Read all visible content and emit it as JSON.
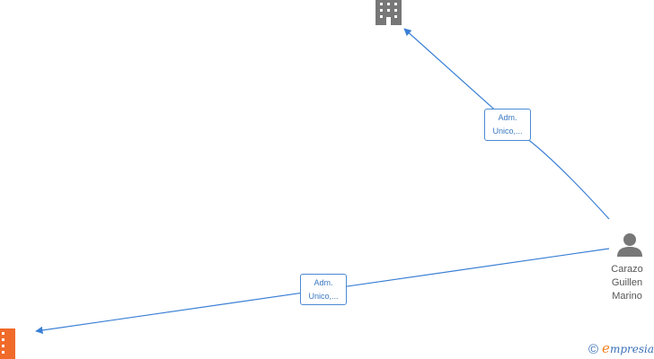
{
  "nodes": {
    "company_top": {
      "icon": "building-icon",
      "color": "#777777"
    },
    "company_bottom": {
      "icon": "building-icon",
      "color": "#f06a2a"
    },
    "person": {
      "icon": "person-icon",
      "color": "#777777",
      "name_lines": [
        "Carazo",
        "Guillen",
        "Marino"
      ]
    }
  },
  "edges": [
    {
      "from": "person",
      "to": "company_top",
      "label_lines": [
        "Adm.",
        "Unico,..."
      ]
    },
    {
      "from": "person",
      "to": "company_bottom",
      "label_lines": [
        "Adm.",
        "Unico,..."
      ]
    }
  ],
  "colors": {
    "edge": "#3a7fd5",
    "label_text": "#3a78c2"
  },
  "watermark": {
    "symbol": "©",
    "brand_initial": "e",
    "brand_rest": "mpresia"
  }
}
